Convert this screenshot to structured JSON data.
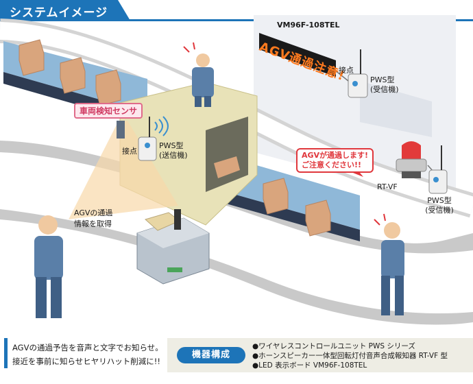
{
  "title": "システムイメージ",
  "led_display": {
    "model": "VM96F-108TEL",
    "message": "AGV通過注意!"
  },
  "sensor_label": "車両検知センサ",
  "left_device": {
    "contact": "接点",
    "name_line1": "PWS型",
    "name_line2": "(送信機)"
  },
  "right_device_top": {
    "contact": "接点",
    "name_line1": "PWS型",
    "name_line2": "(受信機)"
  },
  "right_device_bottom": {
    "name_line1": "PWS型",
    "name_line2": "(受信機)"
  },
  "speaker_callout": {
    "line1": "AGVが通過します!",
    "line2": "ご注意ください!!"
  },
  "beacon_label": "RT-VF",
  "agv_note": {
    "line1": "AGVの通過",
    "line2": "情報を取得"
  },
  "footer_note": {
    "line1": "AGVの通過予告を音声と文字でお知らせ。",
    "line2": "接近を事前に知らせヒヤリハット削減に!!"
  },
  "equipment": {
    "heading": "機器構成",
    "items": [
      "●ワイヤレスコントロールユニット PWS シリーズ",
      "●ホーンスピーカー一体型回転灯付音声合成報知器 RT-VF 型",
      "●LED 表示ボード VM96F-108TEL"
    ]
  },
  "colors": {
    "accent": "#1d74b8",
    "alert_red": "#e0373c",
    "sensor_pink": "#e06b8a",
    "led_orange": "#ff7a1e"
  }
}
